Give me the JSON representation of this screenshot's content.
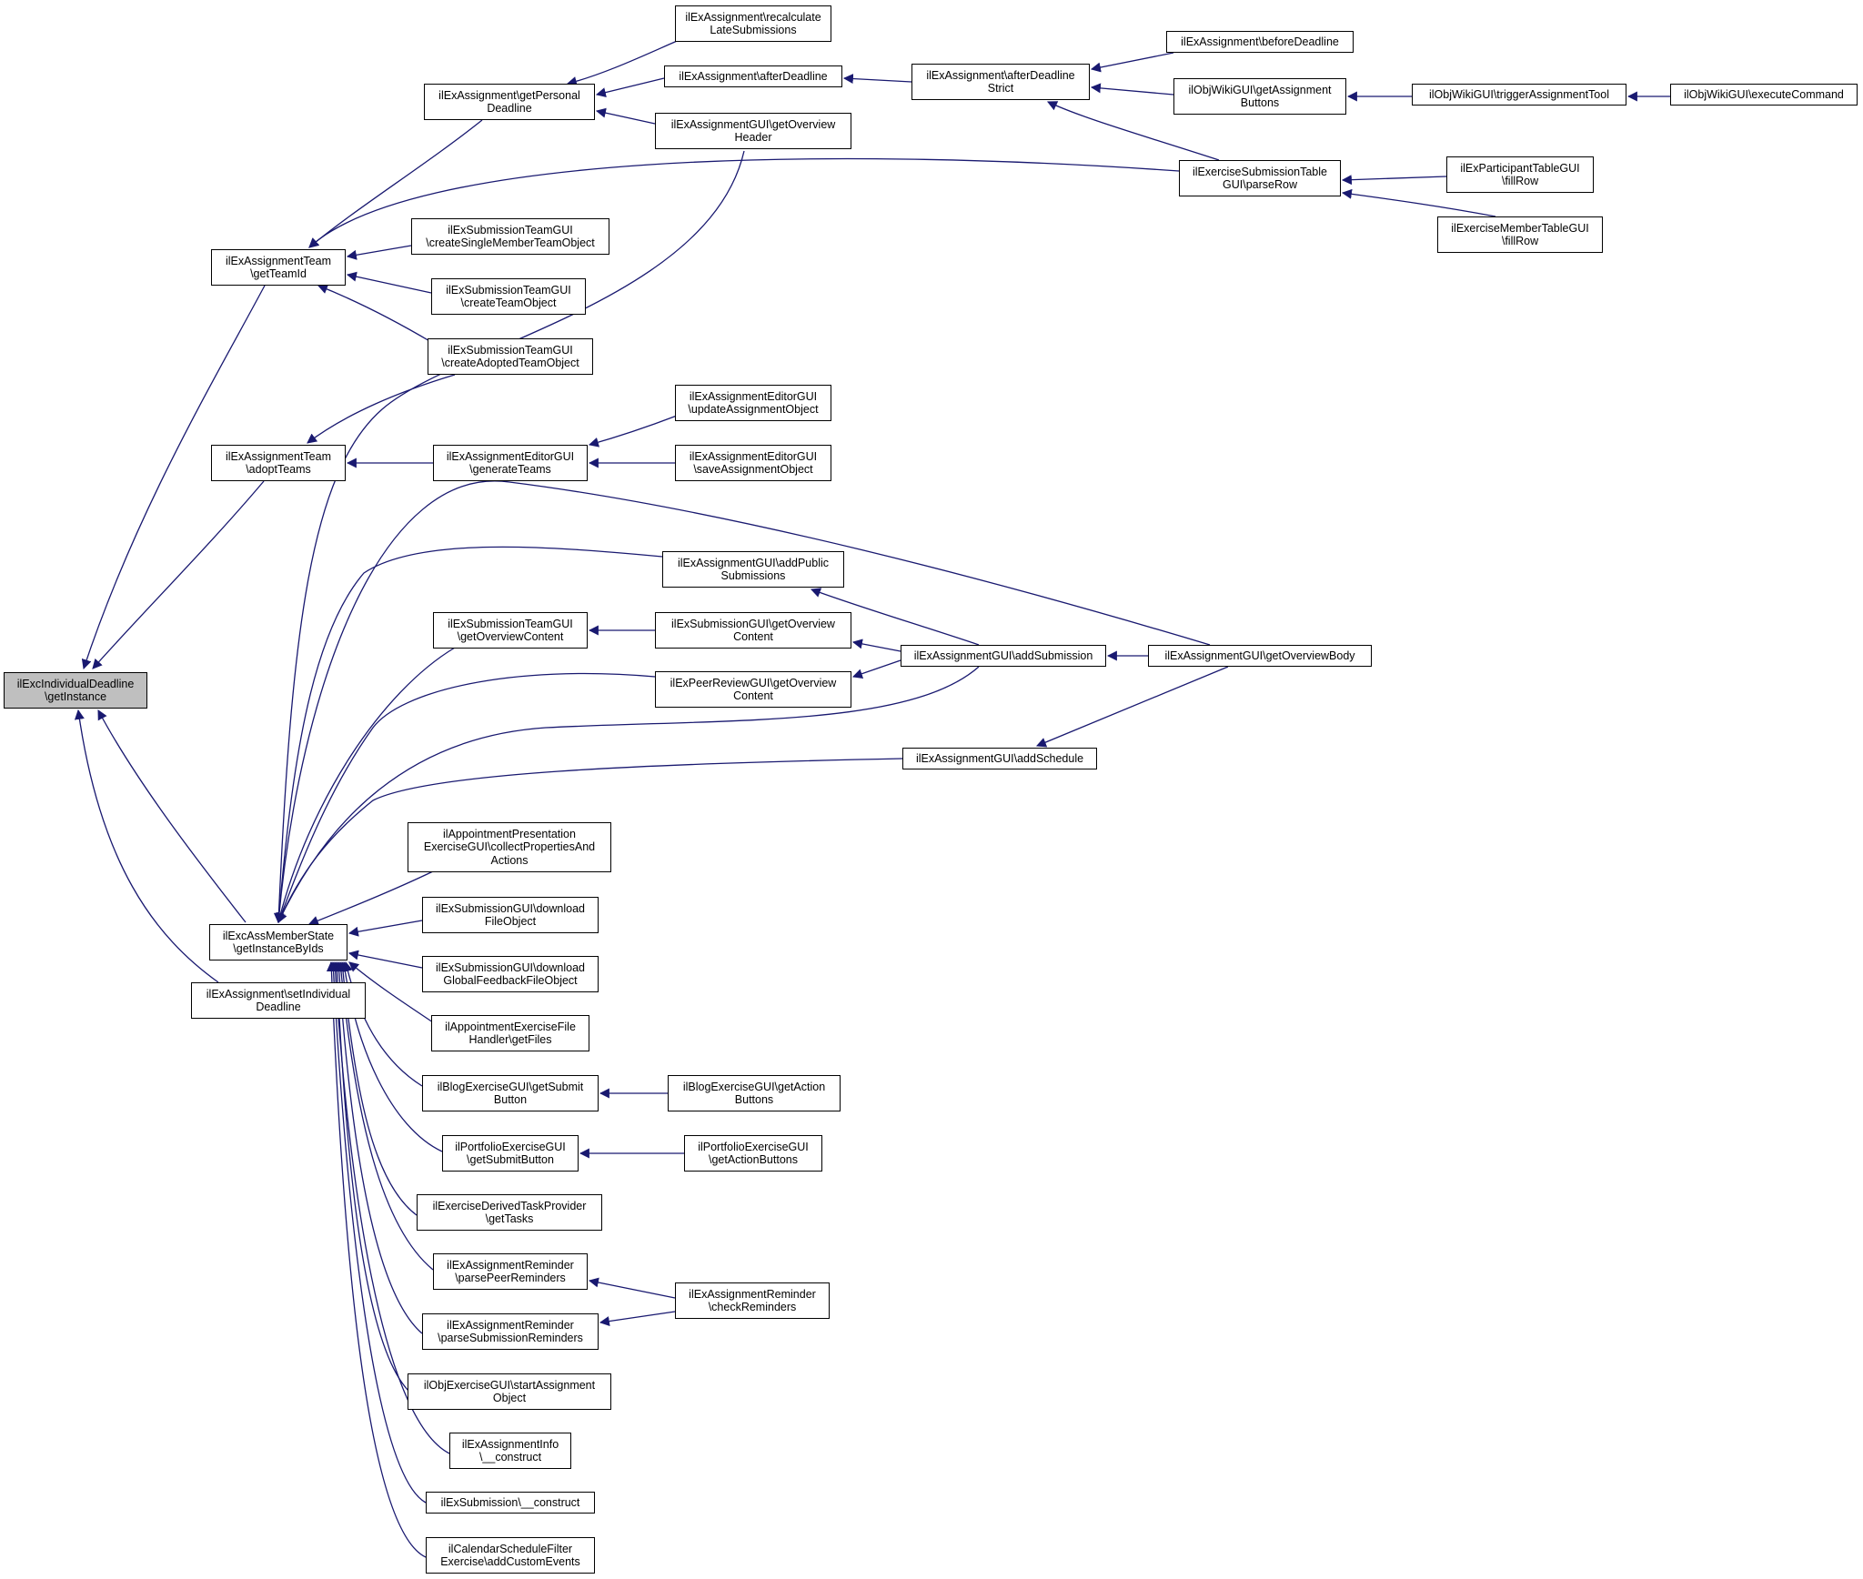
{
  "diagram": {
    "type": "call-graph",
    "edge_color": "#191970",
    "root_fill": "#bfbfbf",
    "nodes": [
      {
        "id": "root",
        "label": "ilExcIndividualDeadline\n\\getInstance"
      },
      {
        "id": "getTeamId",
        "label": "ilExAssignmentTeam\n\\getTeamId"
      },
      {
        "id": "adoptTeams",
        "label": "ilExAssignmentTeam\n\\adoptTeams"
      },
      {
        "id": "getInstanceByIds",
        "label": "ilExcAssMemberState\n\\getInstanceByIds"
      },
      {
        "id": "setIndividualDeadline",
        "label": "ilExAssignment\\setIndividual\nDeadline"
      },
      {
        "id": "getPersonalDeadline",
        "label": "ilExAssignment\\getPersonal\nDeadline"
      },
      {
        "id": "createSingleMemberTeamObject",
        "label": "ilExSubmissionTeamGUI\n\\createSingleMemberTeamObject"
      },
      {
        "id": "createTeamObject",
        "label": "ilExSubmissionTeamGUI\n\\createTeamObject"
      },
      {
        "id": "createAdoptedTeamObject",
        "label": "ilExSubmissionTeamGUI\n\\createAdoptedTeamObject"
      },
      {
        "id": "recalculateLateSubmissions",
        "label": "ilExAssignment\\recalculate\nLateSubmissions"
      },
      {
        "id": "afterDeadline",
        "label": "ilExAssignment\\afterDeadline"
      },
      {
        "id": "getOverviewHeader",
        "label": "ilExAssignmentGUI\\getOverview\nHeader"
      },
      {
        "id": "afterDeadlineStrict",
        "label": "ilExAssignment\\afterDeadline\nStrict"
      },
      {
        "id": "beforeDeadline",
        "label": "ilExAssignment\\beforeDeadline"
      },
      {
        "id": "getAssignmentButtons",
        "label": "ilObjWikiGUI\\getAssignment\nButtons"
      },
      {
        "id": "triggerAssignmentTool",
        "label": "ilObjWikiGUI\\triggerAssignmentTool"
      },
      {
        "id": "executeCommand",
        "label": "ilObjWikiGUI\\executeCommand"
      },
      {
        "id": "parseRow",
        "label": "ilExerciseSubmissionTable\nGUI\\parseRow"
      },
      {
        "id": "participantFillRow",
        "label": "ilExParticipantTableGUI\n\\fillRow"
      },
      {
        "id": "memberFillRow",
        "label": "ilExerciseMemberTableGUI\n\\fillRow"
      },
      {
        "id": "generateTeams",
        "label": "ilExAssignmentEditorGUI\n\\generateTeams"
      },
      {
        "id": "updateAssignmentObject",
        "label": "ilExAssignmentEditorGUI\n\\updateAssignmentObject"
      },
      {
        "id": "saveAssignmentObject",
        "label": "ilExAssignmentEditorGUI\n\\saveAssignmentObject"
      },
      {
        "id": "addPublicSubmissions",
        "label": "ilExAssignmentGUI\\addPublic\nSubmissions"
      },
      {
        "id": "teamGetOverviewContent",
        "label": "ilExSubmissionTeamGUI\n\\getOverviewContent"
      },
      {
        "id": "submissionGetOverviewContent",
        "label": "ilExSubmissionGUI\\getOverview\nContent"
      },
      {
        "id": "peerGetOverviewContent",
        "label": "ilExPeerReviewGUI\\getOverview\nContent"
      },
      {
        "id": "addSubmission",
        "label": "ilExAssignmentGUI\\addSubmission"
      },
      {
        "id": "getOverviewBody",
        "label": "ilExAssignmentGUI\\getOverviewBody"
      },
      {
        "id": "addSchedule",
        "label": "ilExAssignmentGUI\\addSchedule"
      },
      {
        "id": "collectPropertiesAndActions",
        "label": "ilAppointmentPresentation\nExerciseGUI\\collectPropertiesAnd\nActions"
      },
      {
        "id": "downloadFileObject",
        "label": "ilExSubmissionGUI\\download\nFileObject"
      },
      {
        "id": "downloadGlobalFeedbackFileObject",
        "label": "ilExSubmissionGUI\\download\nGlobalFeedbackFileObject"
      },
      {
        "id": "getFiles",
        "label": "ilAppointmentExerciseFile\nHandler\\getFiles"
      },
      {
        "id": "blogGetSubmitButton",
        "label": "ilBlogExerciseGUI\\getSubmit\nButton"
      },
      {
        "id": "blogGetActionButtons",
        "label": "ilBlogExerciseGUI\\getAction\nButtons"
      },
      {
        "id": "portfolioGetSubmitButton",
        "label": "ilPortfolioExerciseGUI\n\\getSubmitButton"
      },
      {
        "id": "portfolioGetActionButtons",
        "label": "ilPortfolioExerciseGUI\n\\getActionButtons"
      },
      {
        "id": "getTasks",
        "label": "ilExerciseDerivedTaskProvider\n\\getTasks"
      },
      {
        "id": "parsePeerReminders",
        "label": "ilExAssignmentReminder\n\\parsePeerReminders"
      },
      {
        "id": "parseSubmissionReminders",
        "label": "ilExAssignmentReminder\n\\parseSubmissionReminders"
      },
      {
        "id": "checkReminders",
        "label": "ilExAssignmentReminder\n\\checkReminders"
      },
      {
        "id": "startAssignmentObject",
        "label": "ilObjExerciseGUI\\startAssignment\nObject"
      },
      {
        "id": "assignmentInfoConstruct",
        "label": "ilExAssignmentInfo\n\\__construct"
      },
      {
        "id": "submissionConstruct",
        "label": "ilExSubmission\\__construct"
      },
      {
        "id": "addCustomEvents",
        "label": "ilCalendarScheduleFilter\nExercise\\addCustomEvents"
      }
    ]
  }
}
